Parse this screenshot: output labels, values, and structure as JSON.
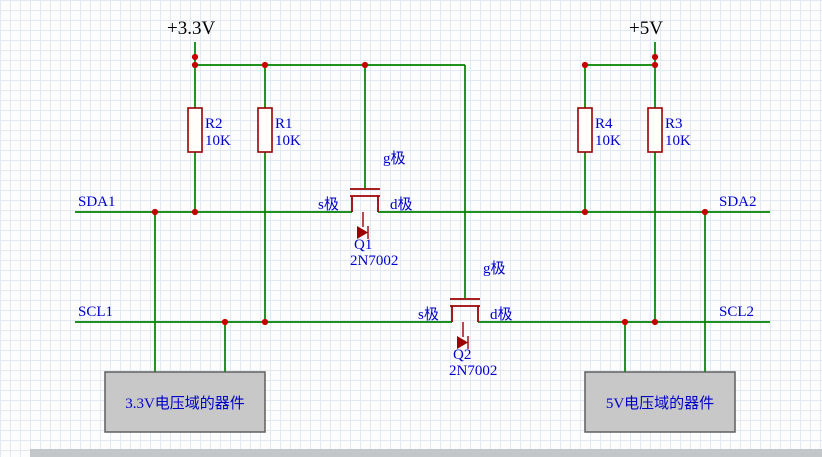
{
  "colors": {
    "wire": "#008000",
    "junction": "#c40000",
    "component": "#9b0000",
    "label": "#0000c8",
    "power_text": "#000000",
    "box_fill": "#c8c8c8",
    "box_border": "#5f5f5f",
    "grid_line": "#e3e9f1",
    "canvas_bg": "#fdfdfe"
  },
  "power": {
    "v33": "+3.3V",
    "v5": "+5V"
  },
  "resistors": [
    {
      "ref": "R2",
      "value": "10K"
    },
    {
      "ref": "R1",
      "value": "10K"
    },
    {
      "ref": "R4",
      "value": "10K"
    },
    {
      "ref": "R3",
      "value": "10K"
    }
  ],
  "transistors": [
    {
      "ref": "Q1",
      "part": "2N7002",
      "gate": "g极",
      "source": "s极",
      "drain": "d极"
    },
    {
      "ref": "Q2",
      "part": "2N7002",
      "gate": "g极",
      "source": "s极",
      "drain": "d极"
    }
  ],
  "nets": {
    "sda1": "SDA1",
    "scl1": "SCL1",
    "sda2": "SDA2",
    "scl2": "SCL2"
  },
  "devices": {
    "left": "3.3V电压域的器件",
    "right": "5V电压域的器件"
  }
}
